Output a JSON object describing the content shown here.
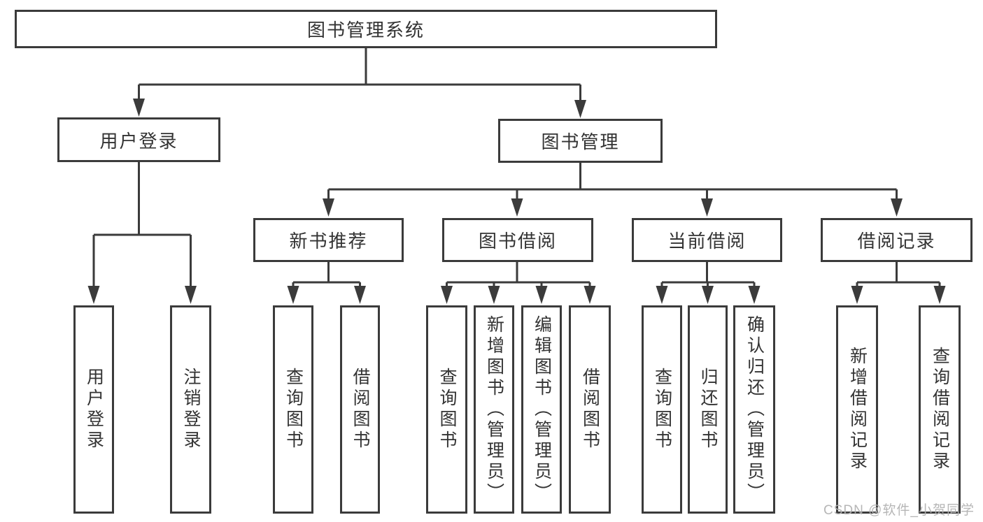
{
  "nodes": {
    "root": "图书管理系统",
    "level2": {
      "user_login": "用户登录",
      "book_mgmt": "图书管理"
    },
    "level3": {
      "new_books": "新书推荐",
      "borrow": "图书借阅",
      "current": "当前借阅",
      "records": "借阅记录"
    },
    "leaves": {
      "user_login": "用户登录",
      "logout": "注销登录",
      "nb_query": "查询图书",
      "nb_borrow": "借阅图书",
      "bw_query": "查询图书",
      "bw_add": "新增图书（管理员）",
      "bw_edit": "编辑图书（管理员）",
      "bw_borrow": "借阅图书",
      "cur_query": "查询图书",
      "cur_return": "归还图书",
      "cur_confirm": "确认归还（管理员）",
      "rec_add": "新增借阅记录",
      "rec_query": "查询借阅记录"
    }
  },
  "watermark": "CSDN @软件_小贺同学",
  "colors": {
    "line": "#3b3b3b",
    "text": "#333333",
    "background": "#ffffff",
    "watermark_text": "#b3b3b3"
  }
}
